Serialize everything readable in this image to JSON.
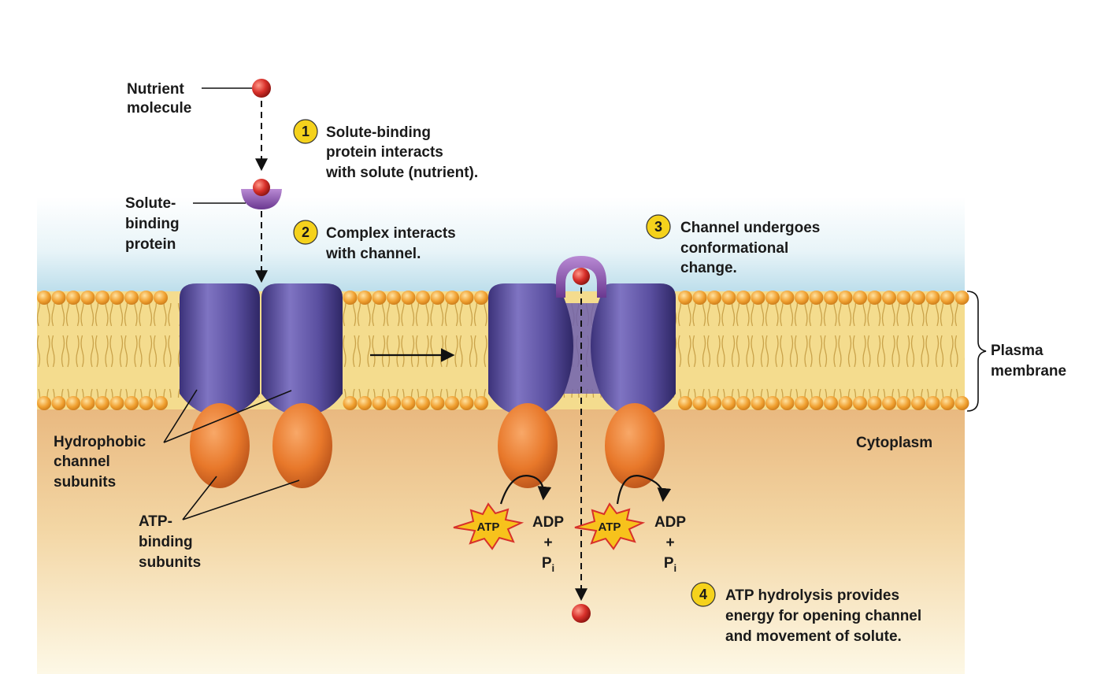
{
  "labels": {
    "nutrient_line1": "Nutrient",
    "nutrient_line2": "molecule",
    "sbp_line1": "Solute-",
    "sbp_line2": "binding",
    "sbp_line3": "protein",
    "hydro_line1": "Hydrophobic",
    "hydro_line2": "channel",
    "hydro_line3": "subunits",
    "atpb_line1": "ATP-",
    "atpb_line2": "binding",
    "atpb_line3": "subunits",
    "plasma_line1": "Plasma",
    "plasma_line2": "membrane",
    "cytoplasm": "Cytoplasm"
  },
  "steps": [
    {
      "num": "1",
      "lines": [
        "Solute-binding",
        "protein interacts",
        "with solute (nutrient)."
      ]
    },
    {
      "num": "2",
      "lines": [
        "Complex interacts",
        "with channel."
      ]
    },
    {
      "num": "3",
      "lines": [
        "Channel undergoes",
        "conformational",
        "change."
      ]
    },
    {
      "num": "4",
      "lines": [
        "ATP hydrolysis provides",
        "energy for opening channel",
        "and movement of solute."
      ]
    }
  ],
  "atp": {
    "atp_label": "ATP",
    "adp_label": "ADP",
    "plus": "+",
    "pi_base": "P",
    "pi_sub": "i"
  },
  "colors": {
    "membrane_head": "#f0a030",
    "membrane_tail": "#f2d47a",
    "channel_purple": "#5a4fa0",
    "atp_binding_orange": "#e8782a",
    "solute_red": "#d8302a",
    "binding_protein": "#8a50a8",
    "step_badge": "#f5d21c",
    "atp_burst": "#f7c21c"
  }
}
